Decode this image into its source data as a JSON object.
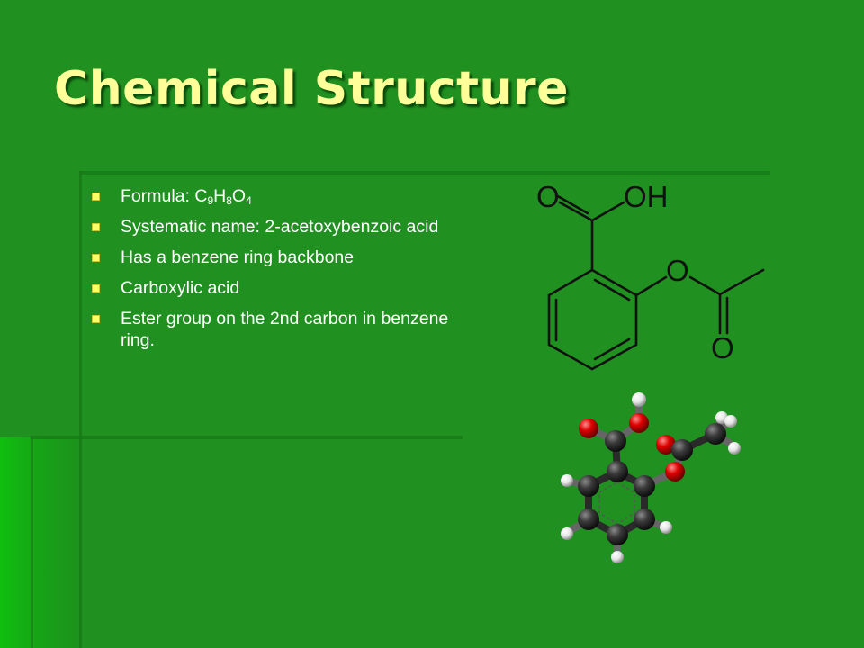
{
  "slide": {
    "title": "Chemical Structure",
    "bullets": [
      {
        "prefix": "Formula: ",
        "formula": [
          [
            "C",
            "9"
          ],
          [
            "H",
            "8"
          ],
          [
            "O",
            "4"
          ]
        ]
      },
      {
        "text": "Systematic name: 2-acetoxybenzoic acid"
      },
      {
        "text": "Has a benzene ring backbone"
      },
      {
        "text": "Carboxylic acid"
      },
      {
        "text": "Ester group on the 2nd carbon in benzene ring."
      }
    ],
    "diagram_labels": {
      "o1": "O",
      "oh": "OH",
      "o2": "O",
      "o3": "O"
    }
  },
  "colors": {
    "background": "#209020",
    "title": "#ffff99",
    "bullet": "#ffff66",
    "text": "#ffffff",
    "oxygen": "#e00000",
    "carbon": "#333333",
    "hydrogen": "#f0f0f0"
  },
  "icons": [
    "square-bullet-icon",
    "skeletal-formula-diagram",
    "ball-and-stick-model"
  ]
}
